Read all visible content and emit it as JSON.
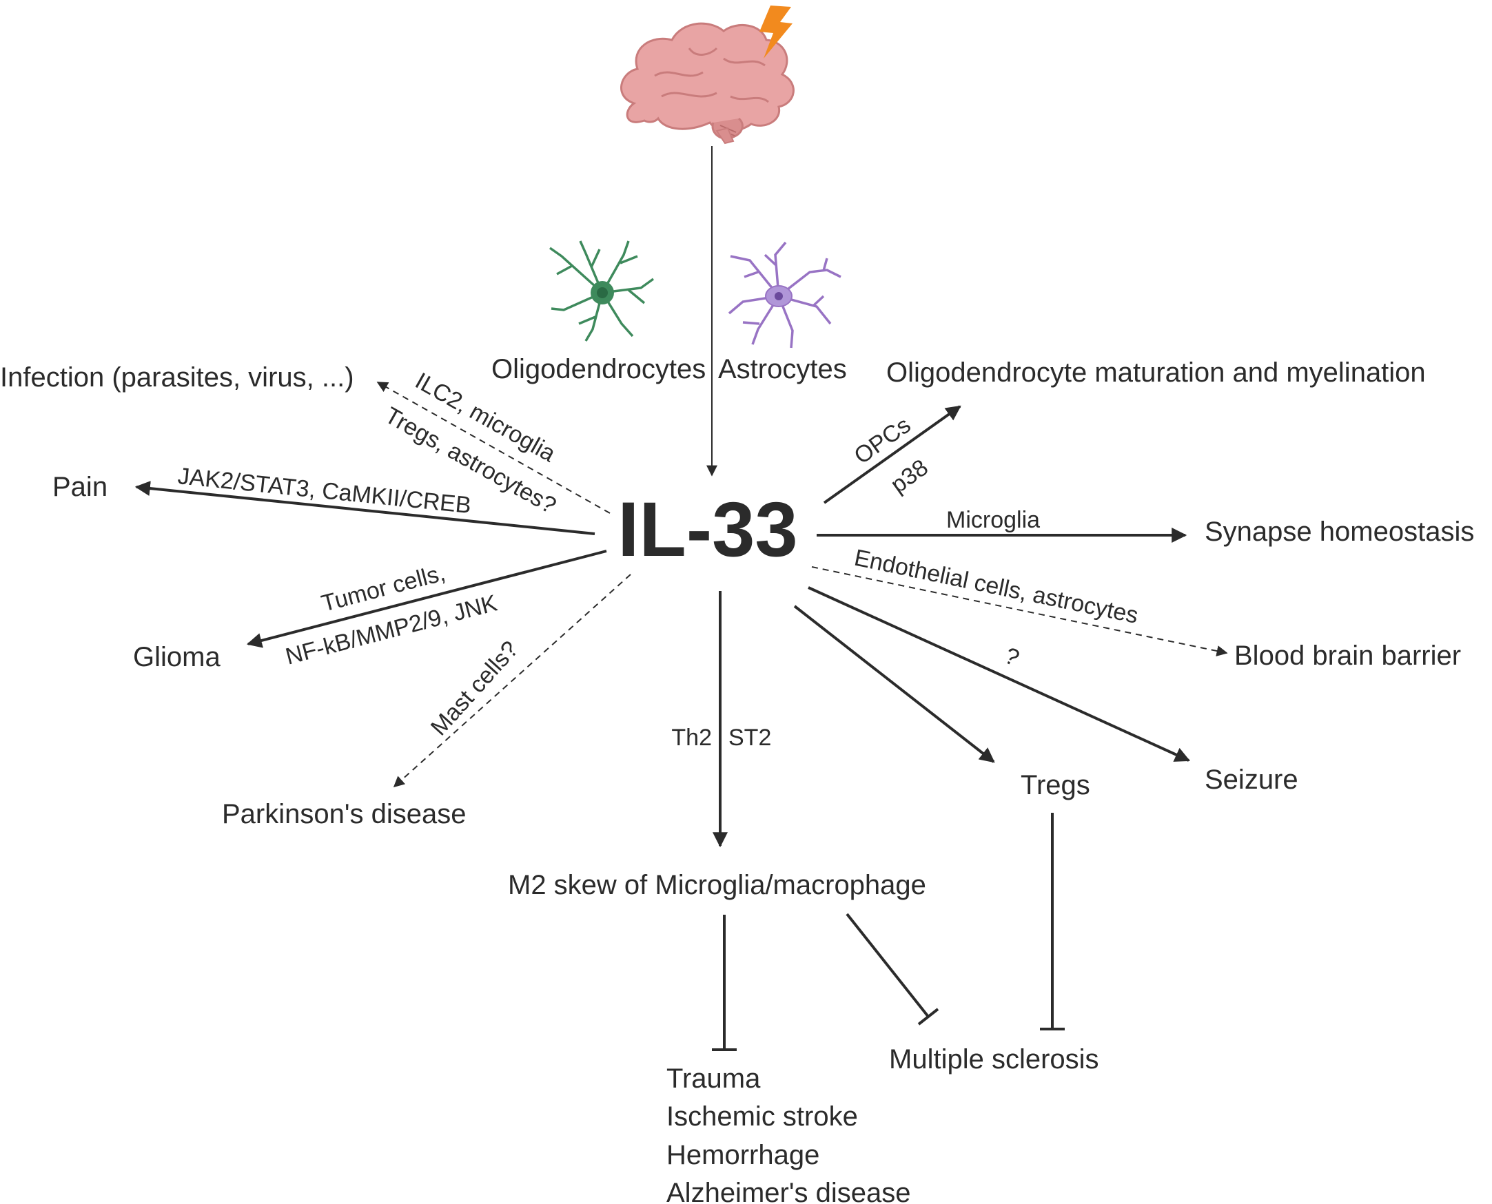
{
  "center": {
    "label": "IL-33"
  },
  "sources": {
    "oligodendrocytes": "Oligodendrocytes",
    "astrocytes": "Astrocytes"
  },
  "outcomes": {
    "infection": "Infection (parasites, virus, ...)",
    "pain": "Pain",
    "glioma": "Glioma",
    "parkinsons": "Parkinson's disease",
    "oligo_maturation": "Oligodendrocyte maturation and myelination",
    "synapse": "Synapse homeostasis",
    "bbb": "Blood brain barrier",
    "seizure": "Seizure",
    "tregs": "Tregs",
    "m2": "M2 skew of Microglia/macrophage",
    "ms": "Multiple sclerosis",
    "conditions": [
      "Trauma",
      "Ischemic stroke",
      "Hemorrhage",
      "Alzheimer's disease"
    ]
  },
  "edge_labels": {
    "infection_1": "ILC2, microglia",
    "infection_2": "Tregs, astrocytes?",
    "pain": "JAK2/STAT3, CaMKII/CREB",
    "glioma_1": "Tumor cells,",
    "glioma_2": "NF-kB/MMP2/9, JNK",
    "parkinsons": "Mast cells?",
    "opc_1": "OPCs",
    "opc_2": "p38",
    "synapse": "Microglia",
    "bbb": "Endothelial cells, astrocytes",
    "seizure": "?",
    "m2_left": "Th2",
    "m2_right": "ST2"
  },
  "icons": {
    "brain": "brain-icon",
    "lightning": "lightning-bolt-icon",
    "oligodendrocyte": "oligodendrocyte-cell-icon",
    "astrocyte": "astrocyte-cell-icon"
  },
  "colors": {
    "brain": "#e8a4a4",
    "brain_outline": "#c97c7c",
    "lightning": "#f28a1e",
    "oligodendrocyte": "#3e8a5c",
    "astrocyte": "#9873c4",
    "line": "#2b2b2b"
  }
}
